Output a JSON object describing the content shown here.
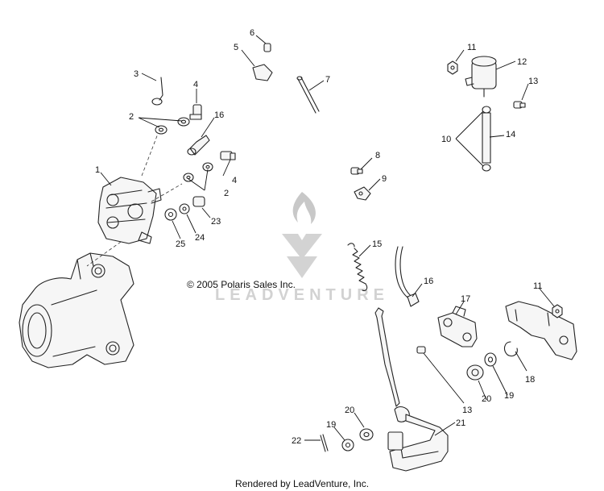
{
  "copyright": "© 2005 Polaris Sales Inc.",
  "footer": "Rendered by LeadVenture, Inc.",
  "watermark": "LEADVENTURE",
  "callouts": [
    {
      "id": "c1",
      "text": "1"
    },
    {
      "id": "c2a",
      "text": "2"
    },
    {
      "id": "c2b",
      "text": "2"
    },
    {
      "id": "c3",
      "text": "3"
    },
    {
      "id": "c4a",
      "text": "4"
    },
    {
      "id": "c4b",
      "text": "4"
    },
    {
      "id": "c5",
      "text": "5"
    },
    {
      "id": "c6",
      "text": "6"
    },
    {
      "id": "c7",
      "text": "7"
    },
    {
      "id": "c8",
      "text": "8"
    },
    {
      "id": "c9",
      "text": "9"
    },
    {
      "id": "c10",
      "text": "10"
    },
    {
      "id": "c11a",
      "text": "11"
    },
    {
      "id": "c11b",
      "text": "11"
    },
    {
      "id": "c12",
      "text": "12"
    },
    {
      "id": "c13a",
      "text": "13"
    },
    {
      "id": "c13b",
      "text": "13"
    },
    {
      "id": "c14",
      "text": "14"
    },
    {
      "id": "c15",
      "text": "15"
    },
    {
      "id": "c16a",
      "text": "16"
    },
    {
      "id": "c16b",
      "text": "16"
    },
    {
      "id": "c17",
      "text": "17"
    },
    {
      "id": "c18",
      "text": "18"
    },
    {
      "id": "c19a",
      "text": "19"
    },
    {
      "id": "c19b",
      "text": "19"
    },
    {
      "id": "c20a",
      "text": "20"
    },
    {
      "id": "c20b",
      "text": "20"
    },
    {
      "id": "c21",
      "text": "21"
    },
    {
      "id": "c22",
      "text": "22"
    },
    {
      "id": "c23",
      "text": "23"
    },
    {
      "id": "c24",
      "text": "24"
    },
    {
      "id": "c25",
      "text": "25"
    }
  ]
}
